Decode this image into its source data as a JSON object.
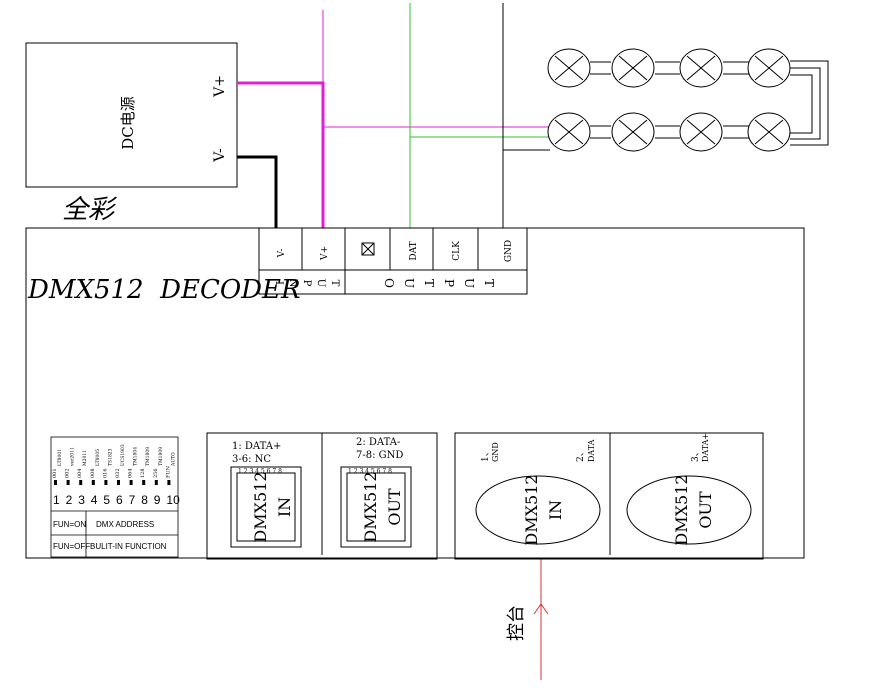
{
  "power_supply": {
    "label": "DC电源",
    "vplus": "V+",
    "vminus": "V-",
    "caption": "全彩"
  },
  "decoder": {
    "title": "DMX512  DECODER",
    "terminals": {
      "labels": [
        "V-",
        "V+",
        "",
        "DAT",
        "CLK",
        "GND"
      ],
      "input_letters": [
        "I",
        "N",
        "P",
        "U",
        "T"
      ],
      "output_letters": [
        "O",
        "U",
        "T",
        "P",
        "U",
        "T"
      ]
    }
  },
  "dip_switch": {
    "top_labels": [
      "001",
      "002",
      "004",
      "008",
      "016",
      "032",
      "064",
      "128",
      "256",
      "FUN"
    ],
    "top_labels_2": [
      "LT8001",
      "ver2011",
      "M2011",
      "LT8005",
      "TS1823",
      "UCS1903",
      "TM1804",
      "TM1809",
      "TM1809",
      "AUTO"
    ],
    "numbers": [
      "1",
      "2",
      "3",
      "4",
      "5",
      "6",
      "7",
      "8",
      "9",
      "10"
    ],
    "legend": [
      {
        "key": "FUN=ON",
        "value": "DMX ADDRESS"
      },
      {
        "key": "FUN=OFF",
        "value": "BULIT-IN FUNCTION"
      }
    ]
  },
  "rj45": {
    "pinout_1": "1: DATA+",
    "pinout_2": "3-6: NC",
    "pinout_3": "2: DATA-",
    "pinout_4": "7-8: GND",
    "pin_numbers": "1 2 3 4 5 6 7 8",
    "in_line1": "DMX512",
    "in_line2": "IN",
    "out_line1": "DMX512",
    "out_line2": "OUT"
  },
  "xlr": {
    "pin1": "1、",
    "pin1_name": "GND",
    "pin2": "2、",
    "pin2_name": "DATA",
    "pin3": "3、",
    "pin3_name": "DATA+",
    "in_line1": "DMX512",
    "in_line2": "IN",
    "out_line1": "DMX512",
    "out_line2": "OUT"
  },
  "controller_label": "控台",
  "colors": {
    "vplus_wire": "#e020d0",
    "vminus_wire": "#000000",
    "data_wire": "#30c030",
    "clk_wire": "#30c030",
    "control_wire": "#e03030",
    "outline": "#000000"
  },
  "lamp_count": 8
}
